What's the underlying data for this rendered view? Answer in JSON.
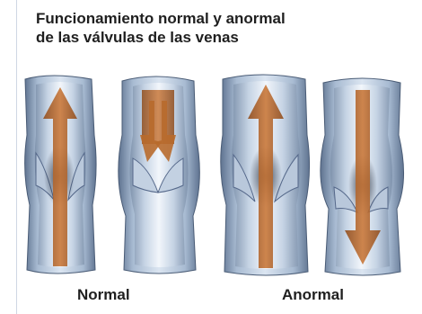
{
  "title": {
    "line1": "Funcionamiento normal y anormal",
    "line2": "de las válvulas de las venas"
  },
  "captions": {
    "normal": "Normal",
    "abnormal": "Anormal"
  },
  "colors": {
    "vein_wall": "#9fb2c9",
    "vein_lumen": "#eef3f9",
    "vein_shadow": "#3e5068",
    "blood_flow": "#b86a2c",
    "text": "#1f1f1f"
  },
  "panels": [
    {
      "group": "normal",
      "valve": "open",
      "flow": "up"
    },
    {
      "group": "normal",
      "valve": "closed",
      "flow": "held"
    },
    {
      "group": "abnormal",
      "valve": "open",
      "flow": "up"
    },
    {
      "group": "abnormal",
      "valve": "incompetent",
      "flow": "down"
    }
  ]
}
